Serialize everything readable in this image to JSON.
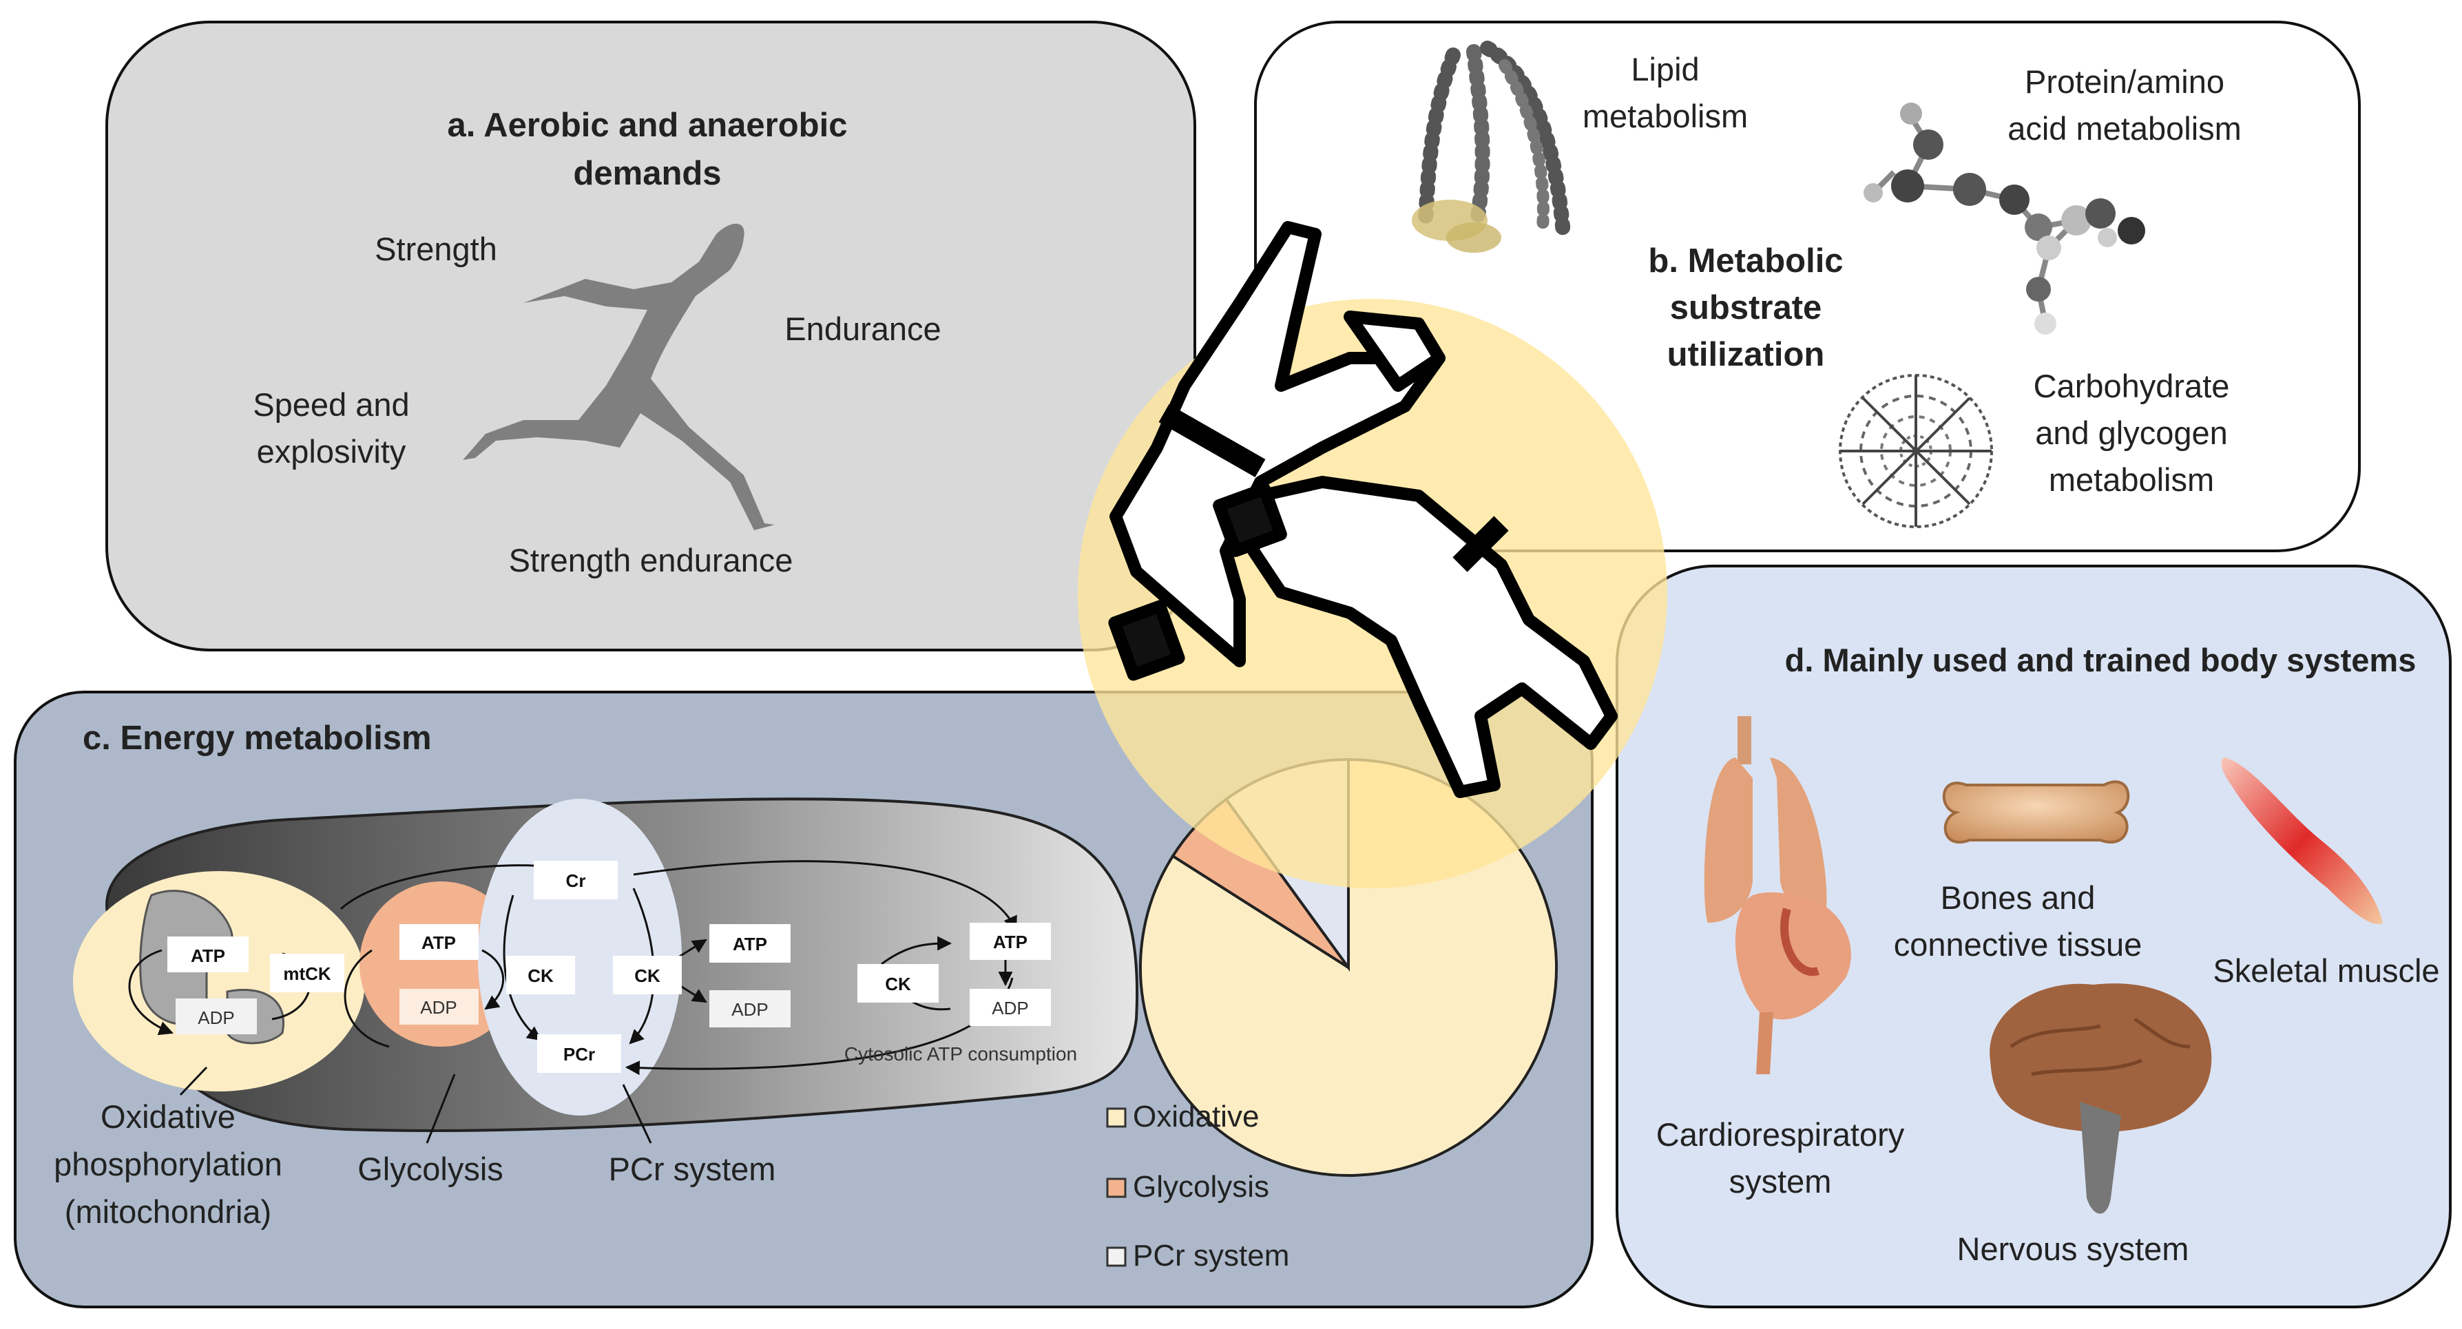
{
  "panel_a": {
    "title_line1": "a. Aerobic and anaerobic",
    "title_line2": "demands",
    "strength": "Strength",
    "endurance": "Endurance",
    "speed_line1": "Speed and",
    "speed_line2": "explosivity",
    "strength_endurance": "Strength endurance"
  },
  "panel_b": {
    "lipid_line1": "Lipid",
    "lipid_line2": "metabolism",
    "protein_line1": "Protein/amino",
    "protein_line2": "acid metabolism",
    "title_line1": "b. Metabolic",
    "title_line2": "substrate",
    "title_line3": "utilization",
    "carb_line1": "Carbohydrate",
    "carb_line2": "and glycogen",
    "carb_line3": "metabolism"
  },
  "panel_c": {
    "title": "c. Energy metabolism",
    "atp": "ATP",
    "adp": "ADP",
    "mtck": "mtCK",
    "ck": "CK",
    "cr": "Cr",
    "pcr": "PCr",
    "cytosolic": "Cytosolic ATP consumption",
    "oxphos_line1": "Oxidative",
    "oxphos_line2": "phosphorylation",
    "oxphos_line3": "(mitochondria)",
    "glycolysis": "Glycolysis",
    "pcr_system": "PCr system"
  },
  "panel_d": {
    "title": "d. Mainly used and trained body systems",
    "bones_line1": "Bones and",
    "bones_line2": "connective tissue",
    "skeletal": "Skeletal muscle",
    "cardio_line1": "Cardiorespiratory",
    "cardio_line2": "system",
    "nervous": "Nervous system"
  },
  "chart_data": {
    "type": "pie",
    "start_angle_deg": 0,
    "slices": [
      {
        "label": "Oxidative",
        "value": 84,
        "color": "#fdedc5"
      },
      {
        "label": "Glycolysis",
        "value": 6,
        "color": "#f3b38f"
      },
      {
        "label": "PCr system",
        "value": 10,
        "color": "#dfe6f2"
      }
    ],
    "legend": [
      "Oxidative",
      "Glycolysis",
      "PCr system"
    ]
  },
  "colors": {
    "panel_a_bg": "#d9d9d9",
    "panel_c_bg": "#adb9ca",
    "panel_d_bg": "#dae3f3",
    "center_circle": "#ffe599"
  }
}
